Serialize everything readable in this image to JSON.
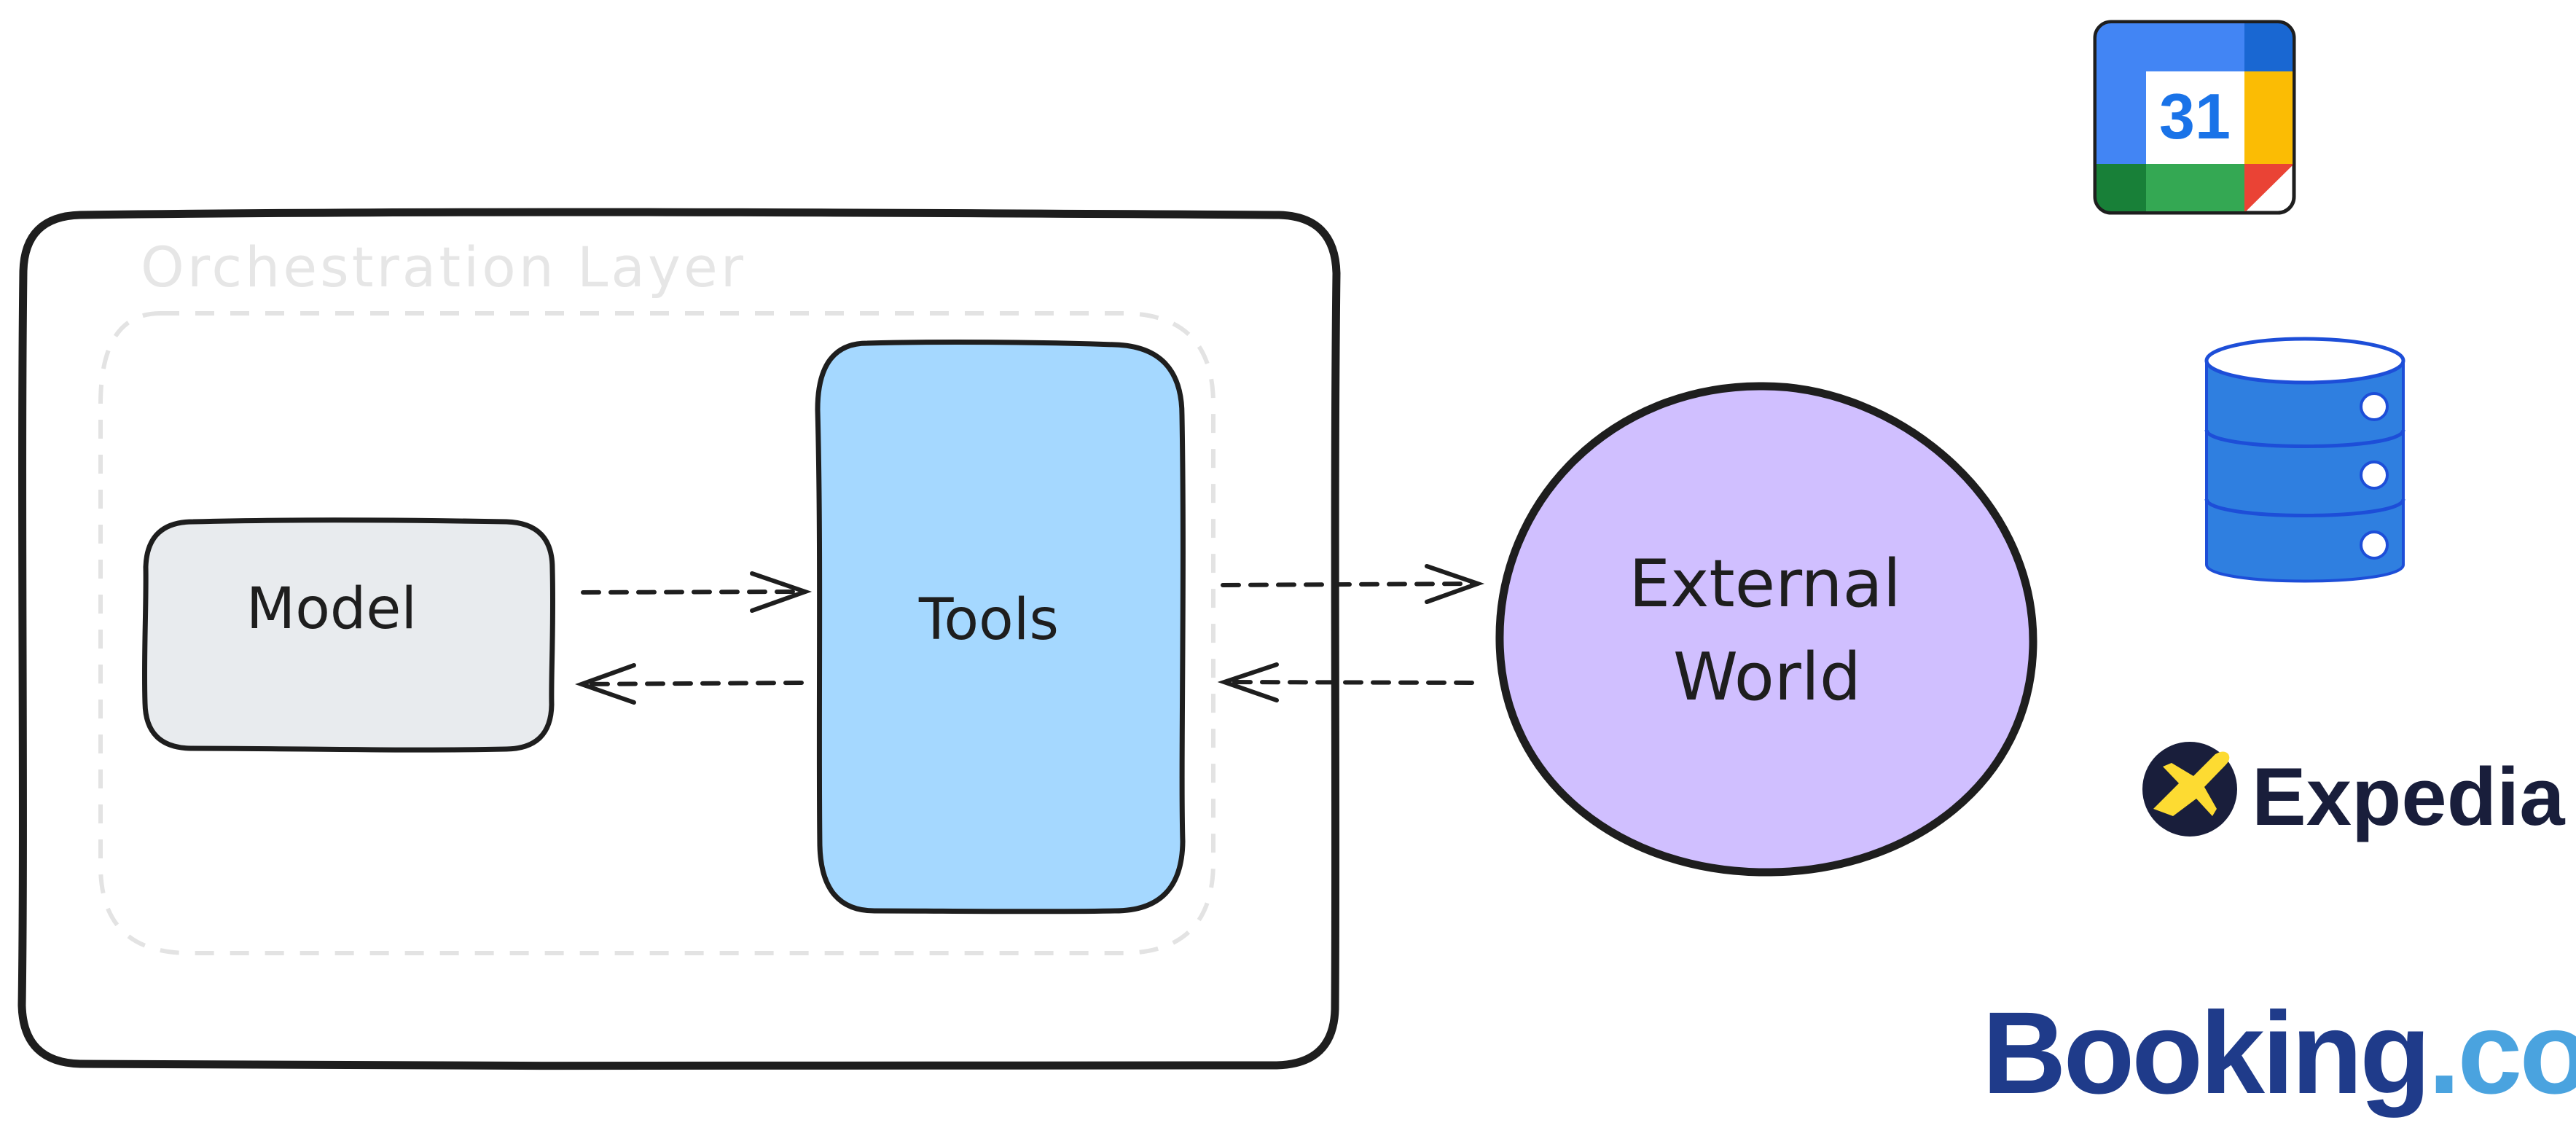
{
  "diagram": {
    "orchestration_label": "Orchestration Layer",
    "model_label": "Model",
    "tools_label": "Tools",
    "external_line1": "External",
    "external_line2": "World"
  },
  "logos": {
    "calendar_day": "31",
    "expedia": "Expedia",
    "booking_name": "Booking",
    "booking_tld": ".com"
  },
  "colors": {
    "model_fill": "#e8ebee",
    "tools_fill": "#a5d8ff",
    "external_fill": "#d0bfff",
    "stroke": "#1e1e1e",
    "dashed_group": "#e3e3e3",
    "label_gray": "#e6e6e6",
    "database_blue": "#2f7fe0",
    "expedia_navy": "#191e3b",
    "expedia_yellow": "#fddb32",
    "booking_navy": "#1f3b8a",
    "booking_light": "#4aa3df"
  },
  "icons": [
    "google-calendar-icon",
    "database-icon",
    "expedia-logo-icon",
    "booking-logo"
  ]
}
